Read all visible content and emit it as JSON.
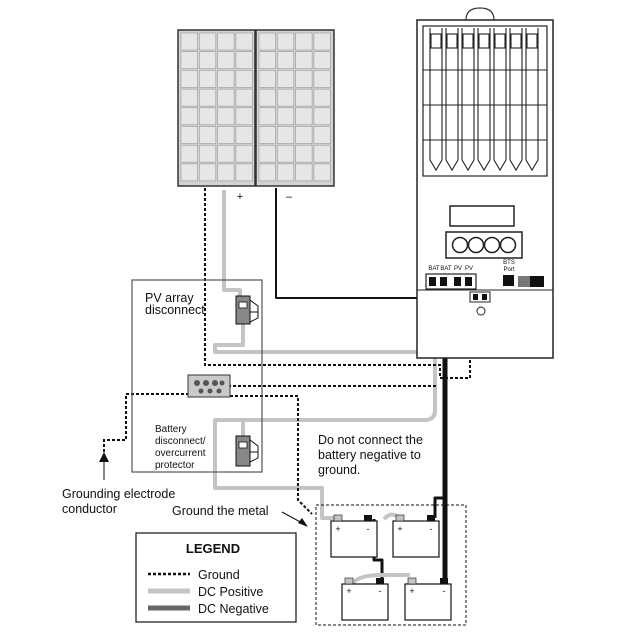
{
  "pv_polarity": {
    "positive": "+",
    "negative": "–"
  },
  "controller_terminals": {
    "bat1": "BAT",
    "bat2": "BAT",
    "pv1": "PV",
    "pv2": "PV",
    "bts_line1": "BTS",
    "bts_line2": "Port"
  },
  "labels": {
    "pv_disconnect_line1": "PV array",
    "pv_disconnect_line2": "disconnect",
    "battery_disconnect_line1": "Battery",
    "battery_disconnect_line2": "disconnect/",
    "battery_disconnect_line3": "overcurrent",
    "battery_disconnect_line4": "protector",
    "grounding_electrode_line1": "Grounding electrode",
    "grounding_electrode_line2": "conductor",
    "ground_metal": "Ground the metal",
    "warning_line1": "Do not connect the",
    "warning_line2": "battery negative to",
    "warning_line3": "ground."
  },
  "battery_terminals": {
    "positive": "+",
    "negative": "-"
  },
  "legend": {
    "title": "LEGEND",
    "items": [
      {
        "label": "Ground",
        "style": "dotted",
        "color": "#111111"
      },
      {
        "label": "DC Positive",
        "style": "solid",
        "color": "#c4c4c4"
      },
      {
        "label": "DC Negative",
        "style": "solid",
        "color": "#666666"
      }
    ]
  },
  "colors": {
    "dc_positive": "#c4c4c4",
    "dc_negative": "#111111",
    "ground": "#111111",
    "panel_fill": "#d2d2d2"
  }
}
